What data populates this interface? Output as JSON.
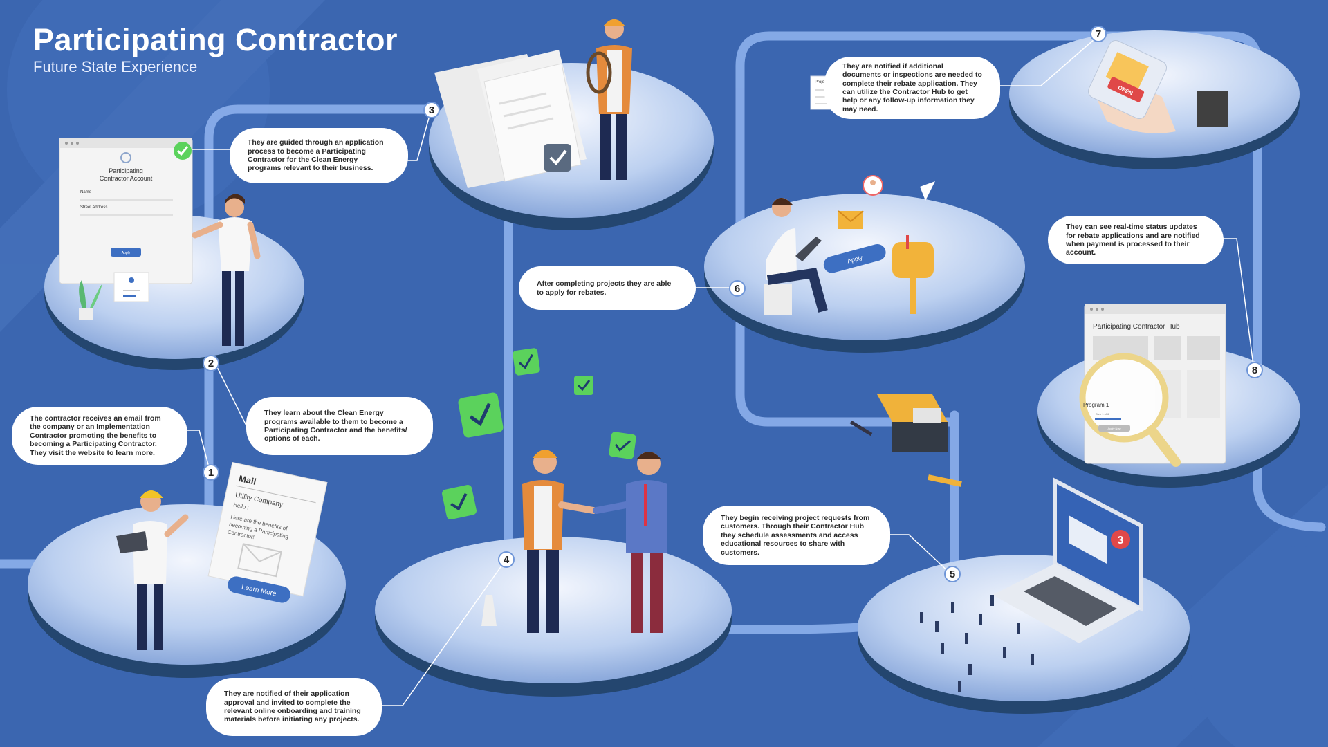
{
  "header": {
    "title": "Participating Contractor",
    "subtitle": "Future State Experience"
  },
  "steps": [
    {
      "number": "1",
      "text": "The contractor receives an email from the company or an Implementation Contractor promoting the benefits to becoming a Participating Contractor. They visit the website to learn more."
    },
    {
      "number": "2",
      "text": "They learn about the Clean Energy programs available to them to become a Participating Contractor and the benefits/ options of each."
    },
    {
      "number": "3",
      "text": "They are guided through an application process to become a Participating Contractor for the Clean Energy programs relevant to their business."
    },
    {
      "number": "4",
      "text": "They are notified of their application approval and invited to complete the relevant online onboarding and training materials before initiating any projects."
    },
    {
      "number": "5",
      "text": "They begin receiving project requests from customers. Through their Contractor Hub they schedule assessments and access educational resources to share with customers."
    },
    {
      "number": "6",
      "text": "After completing projects they are able to apply for rebates."
    },
    {
      "number": "7",
      "text": "They are notified if additional documents or inspections are needed to complete their rebate application. They can utilize the Contractor Hub to get help or any follow-up information they may need."
    },
    {
      "number": "8",
      "text": "They can see real-time status updates for rebate applications and are notified when payment is processed to their account."
    }
  ],
  "account_form": {
    "title": "Participating Contractor Account",
    "name_label": "Name",
    "street_label": "Street Address",
    "apply_label": "Apply"
  },
  "mail_card": {
    "title": "Mail",
    "sender": "Utility Company",
    "greeting": "Hello !",
    "body": "Here are the benefits of becoming a Participating Contractor!",
    "cta": "Learn More"
  },
  "projects_card": {
    "title": "Projects"
  },
  "apply_tag": {
    "label": "Apply"
  },
  "mailbox_card": {
    "open_label": "OPEN"
  },
  "hub": {
    "title": "Participating Contractor Hub",
    "program_label": "Program 1",
    "step_label": "Step 1 of 6",
    "apply_label": "Apply Now"
  },
  "laptop": {
    "badge_count": "3"
  },
  "colors": {
    "background": "#3b66b0",
    "path": "#8db0ec",
    "platform": "#c4d4f0",
    "check_green": "#5bd25c",
    "vest_orange": "#f07f2a"
  }
}
